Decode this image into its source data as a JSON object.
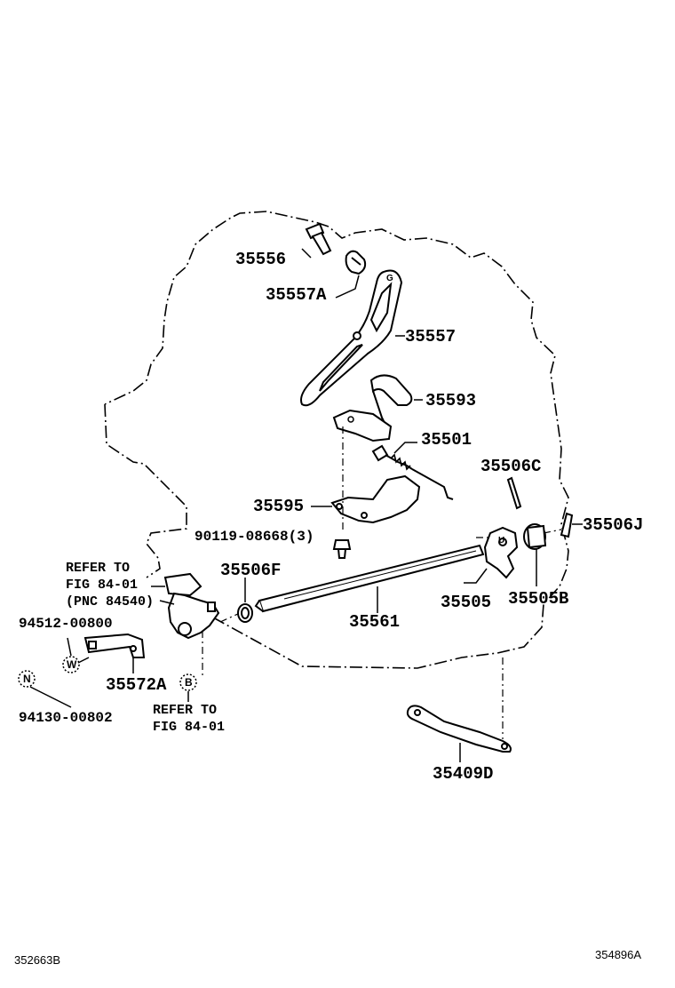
{
  "parts": {
    "p35556": "35556",
    "p35557a": "35557A",
    "p35557": "35557",
    "p35593": "35593",
    "p35501": "35501",
    "p35506c": "35506C",
    "p35595": "35595",
    "p35506j": "35506J",
    "p90119": "90119-08668(3)",
    "p35506f": "35506F",
    "p35505": "35505",
    "p35505b": "35505B",
    "p35561": "35561",
    "p94512": "94512-00800",
    "p35572a": "35572A",
    "p94130": "94130-00802",
    "p35409d": "35409D"
  },
  "refs": {
    "refer_top_1": "REFER TO",
    "refer_top_2": "FIG 84-01",
    "refer_top_3": "(PNC 84540)",
    "refer_bottom_1": "REFER TO",
    "refer_bottom_2": "FIG 84-01"
  },
  "markers": {
    "n": "N",
    "w": "W",
    "b": "B",
    "g": "G",
    "u": "U"
  },
  "footer": {
    "left_code": "352663B",
    "right_code": "354896A"
  }
}
